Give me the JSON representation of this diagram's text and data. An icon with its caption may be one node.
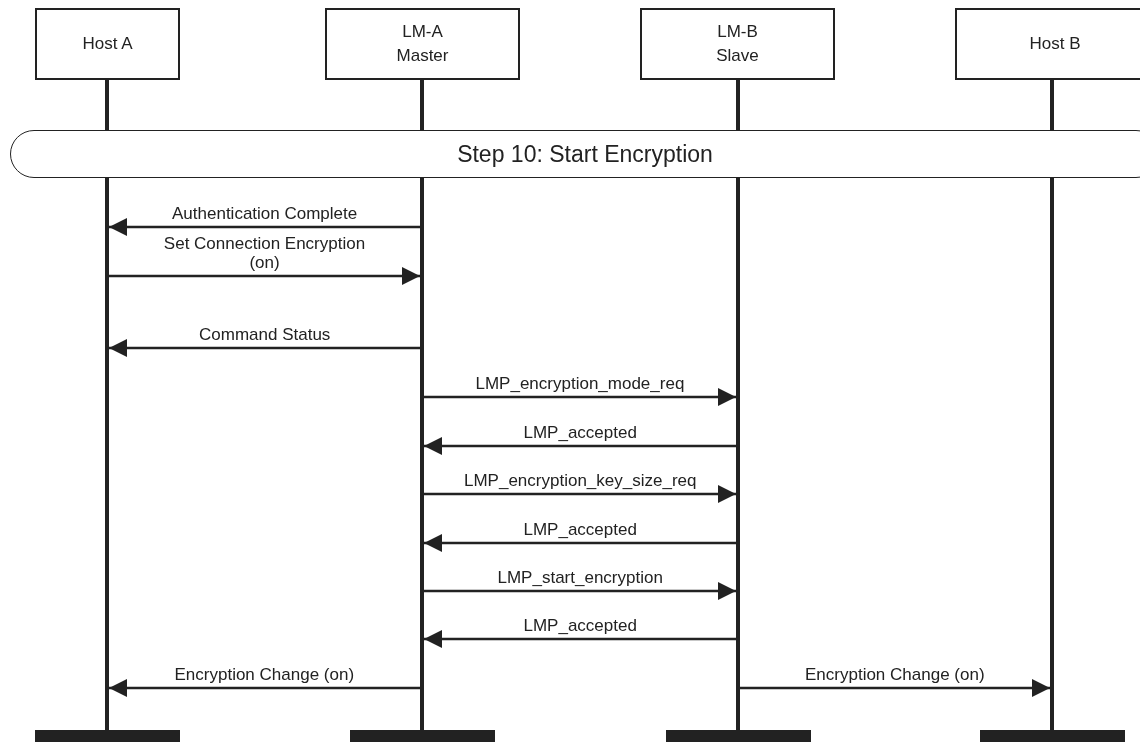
{
  "diagram": {
    "nodes": [
      {
        "text": [
          "Host A"
        ]
      },
      {
        "text": [
          "LM-A Master"
        ]
      },
      {
        "text": [
          "LM-B Slave"
        ]
      },
      {
        "text": [
          "Host B"
        ]
      },
      {
        "text": [
          "Step 10: Start Encryption"
        ]
      }
    ],
    "edges": [
      {
        "from": 1,
        "to": 0,
        "arrow": "to",
        "label": "Authentication Complete"
      },
      {
        "from": 0,
        "to": 1,
        "arrow": "to",
        "label": "Set Connection Encryption (on)"
      },
      {
        "from": 1,
        "to": 0,
        "arrow": "to",
        "label": "Command Status"
      },
      {
        "from": 1,
        "to": 2,
        "arrow": "to",
        "label": "LMP_encryption_mode_req"
      },
      {
        "from": 2,
        "to": 1,
        "arrow": "to",
        "label": "LMP_accepted"
      },
      {
        "from": 1,
        "to": 2,
        "arrow": "to",
        "label": "LMP_encryption_key_size_req"
      },
      {
        "from": 2,
        "to": 1,
        "arrow": "to",
        "label": "LMP_accepted"
      },
      {
        "from": 1,
        "to": 2,
        "arrow": "to",
        "label": "LMP_start_encryption"
      },
      {
        "from": 2,
        "to": 1,
        "arrow": "to",
        "label": "LMP_accepted"
      },
      {
        "from": 1,
        "to": 0,
        "arrow": "to",
        "label": "Encryption Change (on)"
      },
      {
        "from": 2,
        "to": 3,
        "arrow": "to",
        "label": "Encryption Change (on)"
      }
    ]
  }
}
